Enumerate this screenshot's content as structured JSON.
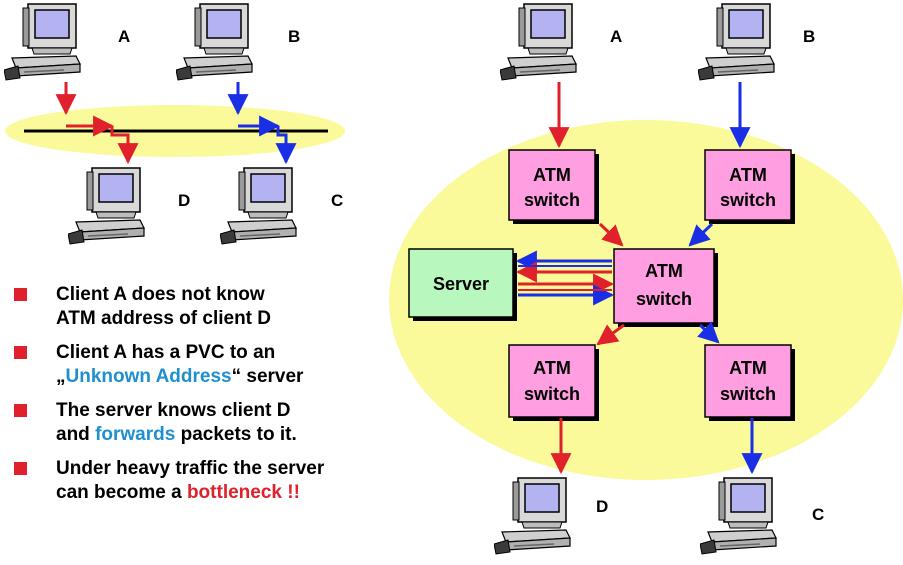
{
  "left_diagram": {
    "labels": {
      "a": "A",
      "b": "B",
      "c": "C",
      "d": "D"
    }
  },
  "right_diagram": {
    "labels": {
      "a": "A",
      "b": "B",
      "c": "C",
      "d": "D"
    },
    "switch_label_line1": "ATM",
    "switch_label_line2": "switch",
    "server_label": "Server"
  },
  "bullets": [
    {
      "parts": [
        "Client A does not know",
        "ATM address of client D"
      ]
    },
    {
      "line1": "Client A has a PVC to an",
      "line2_prefix": "„",
      "line2_highlight": "Unknown Address",
      "line2_suffix": "“ server"
    },
    {
      "line1": "The server knows client D",
      "line2_prefix": "and ",
      "line2_highlight": "forwards",
      "line2_suffix": " packets to it."
    },
    {
      "line1": "Under heavy traffic the server",
      "line2_prefix": "can become a ",
      "line2_highlight": "bottleneck !!"
    }
  ],
  "colors": {
    "ellipse": "#fafa9b",
    "switch_fill": "#ff9ee0",
    "server_fill": "#b8f7bd",
    "red_path": "#e0202a",
    "blue_path": "#1a2ee6",
    "highlight_blue": "#1f8fd0",
    "bullet_marker": "#e0202a"
  },
  "icons": [
    "computer-icon",
    "bullet-square-icon"
  ]
}
